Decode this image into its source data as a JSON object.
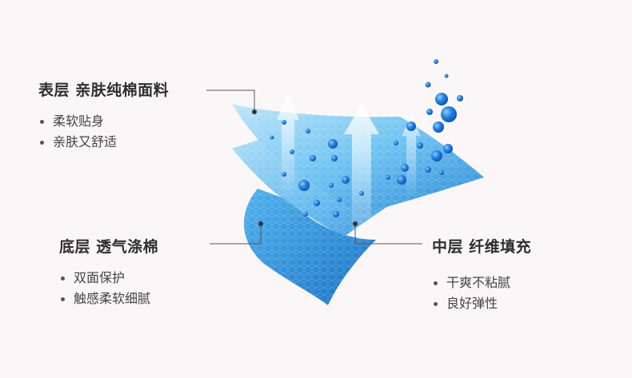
{
  "layers": {
    "top": {
      "title": "表层 亲肤纯棉面料",
      "bullets": [
        "柔软贴身",
        "亲肤又舒适"
      ]
    },
    "bottom": {
      "title": "底层 透气涤棉",
      "bullets": [
        "双面保护",
        "触感柔软细腻"
      ]
    },
    "middle": {
      "title": "中层 纤维填充",
      "bullets": [
        "干爽不粘腻",
        "良好弹性"
      ]
    }
  },
  "colors": {
    "background": "#fbf7f9",
    "fabric_light": "#9fd6f5",
    "fabric_mid": "#4fb0ea",
    "fabric_dark": "#1f7fcf",
    "bubble": "#1a6fd0",
    "arrow": "#e9f4fc"
  }
}
